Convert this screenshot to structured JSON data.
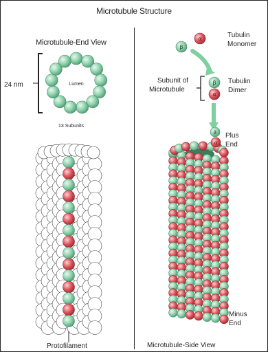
{
  "title": "Microtubule Structure",
  "end_view": {
    "label": "Microtubule-End View",
    "diameter_label": "24 nm",
    "lumen_label": "Lumen",
    "subunits_label": "13 Subunits"
  },
  "protofilament_label": "Protofilament",
  "side_view": {
    "label": "Microtubule-Side View",
    "tubulin_monomer": [
      "Tubulin",
      "Monomer"
    ],
    "subunit_label": [
      "Subunit of",
      "Microtubule"
    ],
    "tubulin_dimer": [
      "Tubulin",
      "Dimer"
    ],
    "plus_end": [
      "Plus",
      "End"
    ],
    "minus_end": [
      "Minus",
      "End"
    ]
  },
  "symbols": {
    "alpha": "α",
    "beta": "β"
  },
  "colors": {
    "alpha_red": "#e0555d",
    "beta_green": "#8ed3ad",
    "arrow_green": "#7fd0a0",
    "line": "#333333"
  }
}
